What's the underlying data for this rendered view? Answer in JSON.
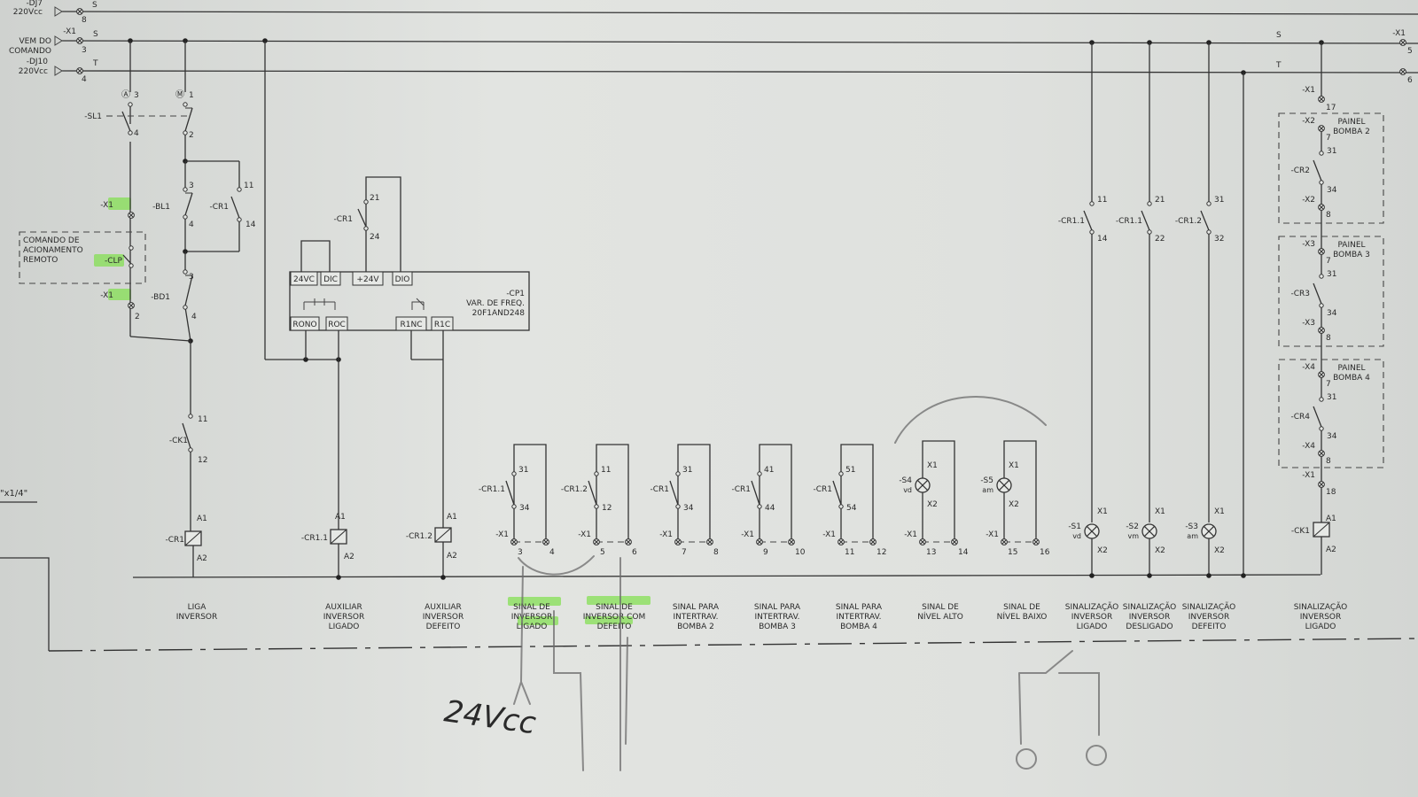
{
  "supply": {
    "top_ref": "-DJ7",
    "top_voltage": "220Vcc",
    "top_terminal": "8",
    "top_phase": "S",
    "source_label": [
      "VEM DO",
      "COMANDO"
    ],
    "s_ref": "-X1",
    "s_terminal": "3",
    "s_phase": "S",
    "t_ref": "-DJ10",
    "t_voltage": "220Vcc",
    "t_terminal": "4",
    "t_phase": "T",
    "right_ref": "-X1",
    "right_s_terminal": "5",
    "right_t_terminal": "6",
    "right_s_phase": "S",
    "right_t_phase": "T"
  },
  "page_ref": "\"x1/4\"",
  "remote_box": [
    "COMANDO DE",
    "ACIONAMENTO",
    "REMOTO"
  ],
  "cp1": {
    "ref": "-CP1",
    "desc": [
      "VAR. DE FREQ.",
      "20F1AND248"
    ],
    "top_terms": [
      "24VC",
      "DIC",
      "+24V",
      "DIO"
    ],
    "bottom_terms": [
      "RONO",
      "ROC",
      "R1NC",
      "R1C"
    ]
  },
  "col1_devices": {
    "sl1": "-SL1",
    "a": "A",
    "m": "M",
    "bl1": "-BL1",
    "bd1": "-BD1",
    "cr1": "-CR1",
    "ck1": "-CK1",
    "x1a": "-X1",
    "clp": "-CLP",
    "x1b": "-X1",
    "n3": "3",
    "n4": "4",
    "n1": "1",
    "n2": "2",
    "n11": "11",
    "n14": "14",
    "n12": "12",
    "n1b": "1",
    "n2b": "2",
    "a1": "A1",
    "a2": "A2"
  },
  "cp1_contact": {
    "ref": "-CR1",
    "n21": "21",
    "n24": "24"
  },
  "bottom_columns": [
    {
      "label": [
        "LIGA",
        "INVERSOR"
      ]
    },
    {
      "label": [
        "AUXILIAR",
        "INVERSOR",
        "LIGADO"
      ],
      "coil": "-CR1.1",
      "a1": "A1",
      "a2": "A2"
    },
    {
      "label": [
        "AUXILIAR",
        "INVERSOR",
        "DEFEITO"
      ],
      "coil": "-CR1.2",
      "a1": "A1",
      "a2": "A2"
    },
    {
      "label": [
        "SINAL DE",
        "INVERSOR",
        "LIGADO"
      ],
      "contact": "-CR1.1",
      "c1": "31",
      "c2": "34",
      "terms": [
        "3",
        "4"
      ]
    },
    {
      "label": [
        "SINAL DE",
        "INVERSOR COM",
        "DEFEITO"
      ],
      "contact": "-CR1.2",
      "c1": "11",
      "c2": "12",
      "terms": [
        "5",
        "6"
      ]
    },
    {
      "label": [
        "SINAL PARA",
        "INTERTRAV.",
        "BOMBA 2"
      ],
      "contact": "-CR1",
      "c1": "31",
      "c2": "34",
      "terms": [
        "7",
        "8"
      ]
    },
    {
      "label": [
        "SINAL PARA",
        "INTERTRAV.",
        "BOMBA 3"
      ],
      "contact": "-CR1",
      "c1": "41",
      "c2": "44",
      "terms": [
        "9",
        "10"
      ]
    },
    {
      "label": [
        "SINAL PARA",
        "INTERTRAV.",
        "BOMBA 4"
      ],
      "contact": "-CR1",
      "c1": "51",
      "c2": "54",
      "terms": [
        "11",
        "12"
      ]
    },
    {
      "label": [
        "SINAL DE",
        "NÍVEL ALTO"
      ],
      "lamp": "-S4",
      "color": "vd",
      "terms": [
        "13",
        "14"
      ]
    },
    {
      "label": [
        "SINAL DE",
        "NÍVEL BAIXO"
      ],
      "lamp": "-S5",
      "color": "am",
      "terms": [
        "15",
        "16"
      ]
    },
    {
      "label": [
        "SINALIZAÇÃO",
        "INVERSOR",
        "LIGADO"
      ],
      "contact": "-CR1.1",
      "c1": "11",
      "c2": "14",
      "lamp": "-S1",
      "color": "vd"
    },
    {
      "label": [
        "SINALIZAÇÃO",
        "INVERSOR",
        "DESLIGADO"
      ],
      "contact": "-CR1.1",
      "c1": "21",
      "c2": "22",
      "lamp": "-S2",
      "color": "vm"
    },
    {
      "label": [
        "SINALIZAÇÃO",
        "INVERSOR",
        "DEFEITO"
      ],
      "contact": "-CR1.2",
      "c1": "31",
      "c2": "32",
      "lamp": "-S3",
      "color": "am"
    },
    {
      "label": [
        "SINALIZAÇÃO",
        "INVERSOR",
        "LIGADO"
      ],
      "coil": "-CK1",
      "a1": "A1",
      "a2": "A2"
    }
  ],
  "panels": [
    {
      "label": [
        "PAINEL",
        "BOMBA 2"
      ],
      "x_in": "-X2",
      "x_out": "-X2",
      "cr": "-CR2",
      "t_in": "7",
      "t_out": "8",
      "c1": "31",
      "c2": "34"
    },
    {
      "label": [
        "PAINEL",
        "BOMBA 3"
      ],
      "x_in": "-X3",
      "x_out": "-X3",
      "cr": "-CR3",
      "t_in": "7",
      "t_out": "8",
      "c1": "31",
      "c2": "34"
    },
    {
      "label": [
        "PAINEL",
        "BOMBA 4"
      ],
      "x_in": "-X4",
      "x_out": "-X4",
      "cr": "-CR4",
      "t_in": "7",
      "t_out": "8",
      "c1": "31",
      "c2": "34"
    }
  ],
  "panel_chain": {
    "x1_top": "-X1",
    "t_top": "17",
    "x1_bot": "-X1",
    "t_bot": "18"
  },
  "lamp_x": [
    "X1",
    "X2"
  ],
  "term_ref": "-X1",
  "handwriting": "24Vcc",
  "highlight_color": "#7fe04a"
}
